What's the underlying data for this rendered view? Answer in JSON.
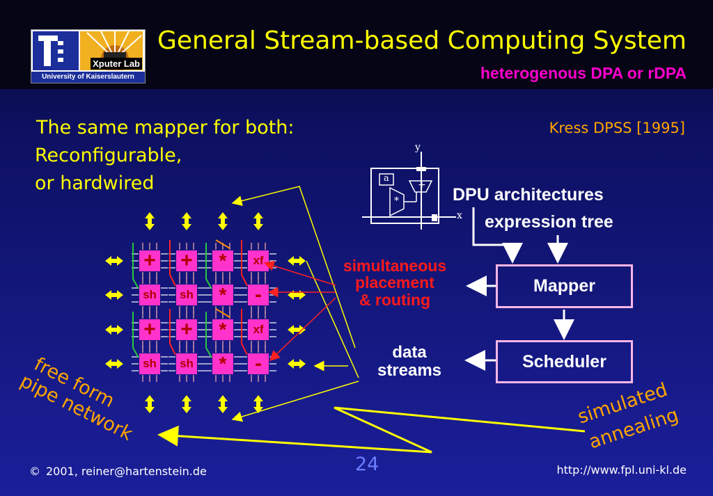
{
  "header": {
    "title": "General Stream-based Computing System",
    "subtitle": "heterogenous DPA or rDPA",
    "logo": {
      "name": "Xputer Lab",
      "university": "University of Kaiserslautern"
    }
  },
  "intro": {
    "line1": "The same mapper for both:",
    "line2": "Reconfigurable,",
    "line3": "or hardwired"
  },
  "citation": "Kress DPSS [1995]",
  "dpu_schematic": {
    "y": "y",
    "x": "x",
    "a": "a",
    "plus": "+",
    "mult": "*"
  },
  "labels": {
    "dpu_architectures": "DPU architectures",
    "expression_tree": "expression tree",
    "mapper": "Mapper",
    "scheduler": "Scheduler",
    "simultaneous_1": "simultaneous",
    "simultaneous_2": "placement",
    "simultaneous_3": "& routing",
    "data_1": "data",
    "data_2": "streams",
    "free_form_1": "free form",
    "free_form_2": "pipe network",
    "simulated_1": "simulated",
    "simulated_2": "annealing"
  },
  "array": {
    "rows": [
      [
        "+",
        "+",
        "*",
        "xf"
      ],
      [
        "sh",
        "sh",
        "*",
        "-"
      ],
      [
        "+",
        "+",
        "*",
        "xf"
      ],
      [
        "sh",
        "sh",
        "*",
        "-"
      ]
    ]
  },
  "footer": {
    "copyright_symbol": "©",
    "copyright": "2001, reiner@hartenstein.de",
    "page": "24",
    "url": "http://www.fpl.uni-kl.de"
  },
  "colors": {
    "title": "#ffff00",
    "subtitle": "#ff00cc",
    "accent": "#ffa500",
    "cell": "#ff33cc",
    "alert": "#ff1a1a"
  }
}
